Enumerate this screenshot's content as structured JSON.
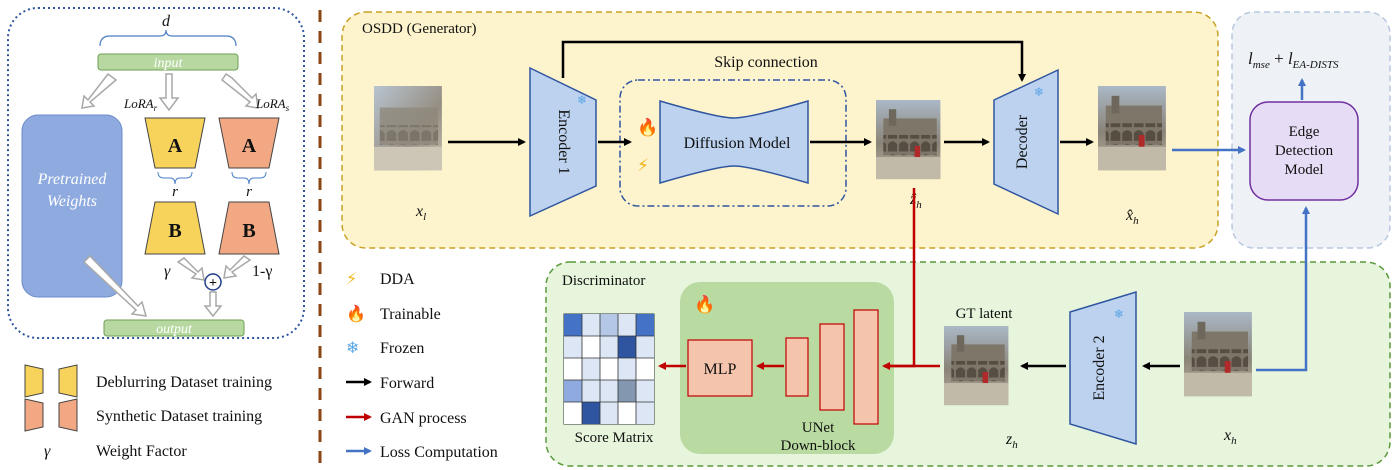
{
  "lora_panel": {
    "d_label": "d",
    "input_label": "input",
    "output_label": "output",
    "pretrained_line1": "Pretrained",
    "pretrained_line2": "Weights",
    "lora_r": "LoRA",
    "lora_r_sub": "r",
    "lora_s": "LoRA",
    "lora_s_sub": "s",
    "block_a": "A",
    "block_b": "B",
    "rank_label": "r",
    "gamma": "γ",
    "one_minus_gamma": "1-γ",
    "plus": "⊕",
    "colors": {
      "yellow": "#f7d35c",
      "orange": "#f2a983",
      "pretrained": "#8eaadf",
      "io_bar": "#b7d9a1"
    }
  },
  "legend_left": [
    {
      "label": "Deblurring Dataset training"
    },
    {
      "label": "Synthetic Dataset training"
    },
    {
      "symbol": "γ",
      "label": "Weight Factor"
    }
  ],
  "generator": {
    "title": "OSDD (Generator)",
    "skip_label": "Skip connection",
    "encoder1": "Encoder 1",
    "diffusion": "Diffusion Model",
    "decoder": "Decoder",
    "input_var": "x",
    "input_sub": "l",
    "latent_var": "ẑ",
    "latent_sub": "h",
    "output_var": "x̂",
    "output_sub": "h",
    "color": "#fdf3cc"
  },
  "loss": {
    "part1": "l",
    "part1_sub": "mse",
    "plus": " + ",
    "part2": "l",
    "part2_sub": "EA-DISTS",
    "edge_line1": "Edge",
    "edge_line2": "Detection",
    "edge_line3": "Model"
  },
  "legend_mid": [
    {
      "icon": "lightning-icon",
      "label": "DDA"
    },
    {
      "icon": "flame-icon",
      "label": "Trainable"
    },
    {
      "icon": "snowflake-icon",
      "label": "Frozen"
    },
    {
      "icon": "black-arrow-icon",
      "label": "Forward",
      "color": "#000000"
    },
    {
      "icon": "red-arrow-icon",
      "label": "GAN process",
      "color": "#c00000"
    },
    {
      "icon": "blue-arrow-icon",
      "label": "Loss Computation",
      "color": "#4472c4"
    }
  ],
  "discriminator": {
    "title": "Discriminator",
    "score_label": "Score Matrix",
    "mlp": "MLP",
    "unet_line1": "UNet",
    "unet_line2": "Down-block",
    "gt_label": "GT latent",
    "gt_var": "z",
    "gt_sub": "h",
    "encoder2": "Encoder 2",
    "hr_var": "x",
    "hr_sub": "h",
    "color": "#e6f5dc"
  }
}
